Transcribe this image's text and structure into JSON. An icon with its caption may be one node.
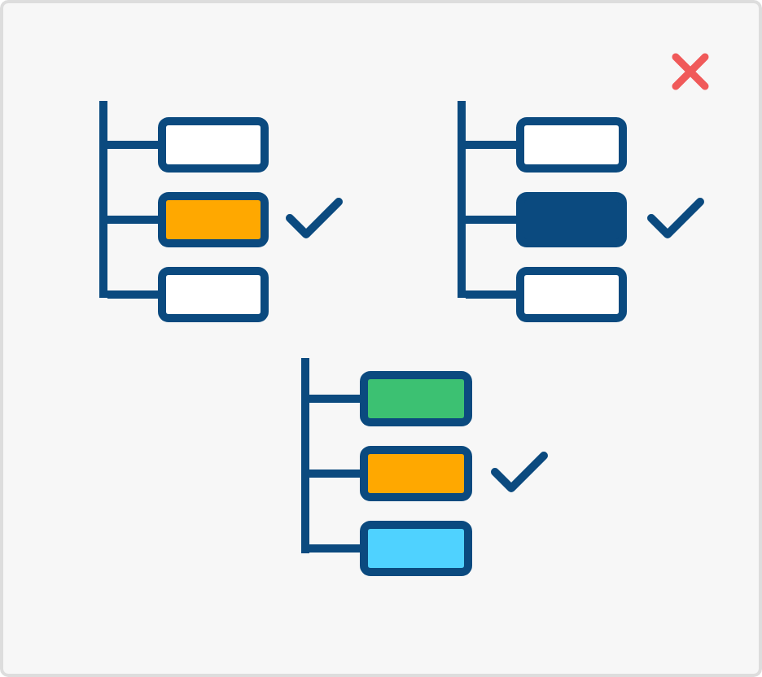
{
  "diagram": {
    "nodes": [
      {
        "text": [],
        "shape": "bar"
      },
      {
        "text": [],
        "shape": "box"
      },
      {
        "text": [],
        "shape": "box"
      },
      {
        "text": [],
        "shape": "box"
      },
      {
        "text": [],
        "shape": "bar"
      },
      {
        "text": [],
        "shape": "box"
      },
      {
        "text": [],
        "shape": "box"
      },
      {
        "text": [],
        "shape": "box"
      },
      {
        "text": [],
        "shape": "bar"
      },
      {
        "text": [],
        "shape": "box"
      },
      {
        "text": [],
        "shape": "box"
      },
      {
        "text": [],
        "shape": "box"
      }
    ],
    "edges": [
      {
        "from": 0,
        "to": 1,
        "arrow": "none"
      },
      {
        "from": 0,
        "to": 2,
        "arrow": "none"
      },
      {
        "from": 0,
        "to": 3,
        "arrow": "none"
      },
      {
        "from": 4,
        "to": 5,
        "arrow": "none"
      },
      {
        "from": 4,
        "to": 6,
        "arrow": "none"
      },
      {
        "from": 4,
        "to": 7,
        "arrow": "none"
      },
      {
        "from": 8,
        "to": 9,
        "arrow": "none"
      },
      {
        "from": 8,
        "to": 10,
        "arrow": "none"
      },
      {
        "from": 8,
        "to": 11,
        "arrow": "none"
      }
    ]
  }
}
